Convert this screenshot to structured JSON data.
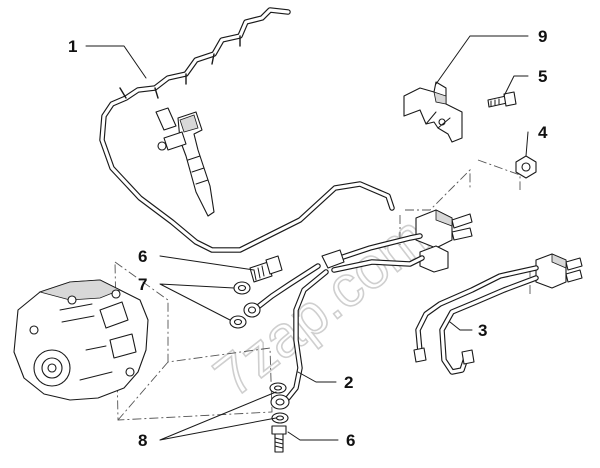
{
  "diagram": {
    "watermark": "7zap.com",
    "callouts": [
      {
        "id": "c1",
        "label": "1"
      },
      {
        "id": "c2",
        "label": "2"
      },
      {
        "id": "c3",
        "label": "3"
      },
      {
        "id": "c4",
        "label": "4"
      },
      {
        "id": "c5",
        "label": "5"
      },
      {
        "id": "c6a",
        "label": "6"
      },
      {
        "id": "c6b",
        "label": "6"
      },
      {
        "id": "c7",
        "label": "7"
      },
      {
        "id": "c8",
        "label": "8"
      },
      {
        "id": "c9",
        "label": "9"
      }
    ]
  }
}
